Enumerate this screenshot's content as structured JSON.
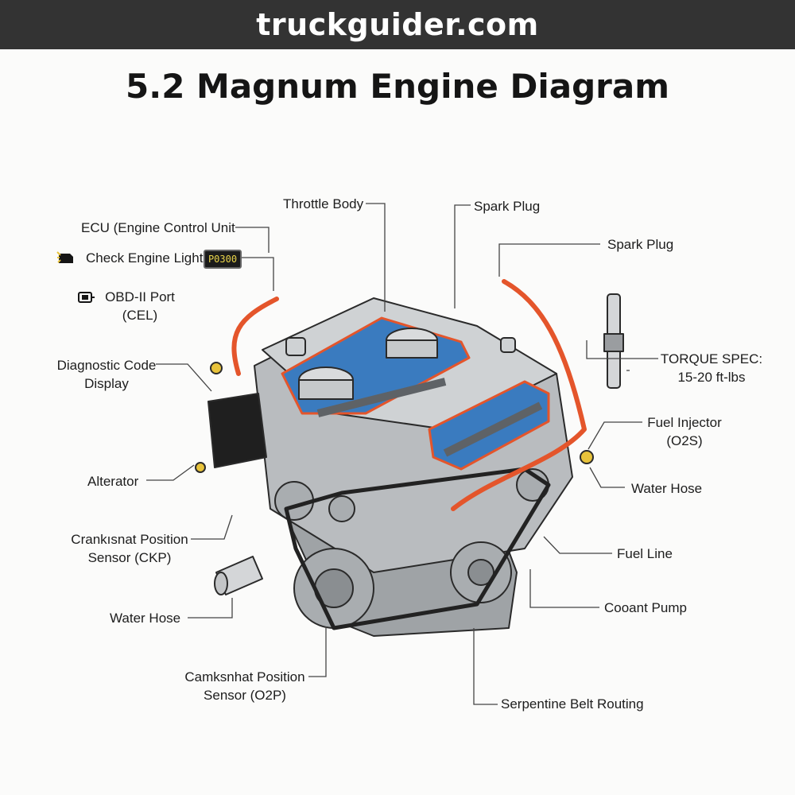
{
  "header": {
    "site_name": "truckguider.com"
  },
  "title": "5.2 Magnum Engine Diagram",
  "labels": {
    "throttle_body": "Throttle Body",
    "spark_plug_top": "Spark Plug",
    "spark_plug_right": "Spark Plug",
    "ecu": "ECU (Engine Control Unit",
    "check_engine_light": "Check Engine Light",
    "code_readout": "P0300",
    "obd_port_line1": "OBD-II Port",
    "obd_port_line2": "(CEL)",
    "diagnostic_line1": "Diagnostic Code",
    "diagnostic_line2": "Display",
    "torque_line1": "TORQUE SPEC:",
    "torque_line2": "15-20 ft-lbs",
    "fuel_injector_line1": "Fuel Injector",
    "fuel_injector_line2": "(O2S)",
    "alterator": "Alterator",
    "water_hose_right": "Water Hose",
    "crank_line1": "Crankısnat Position",
    "crank_line2": "Sensor (CKP)",
    "fuel_line": "Fuel Line",
    "water_hose_left": "Water Hose",
    "coolant_pump": "Cooant Pump",
    "cam_line1": "Camksnhat Position",
    "cam_line2": "Sensor (O2P)",
    "serpentine": "Serpentine Belt Routing"
  },
  "icons": {
    "check_engine": "check-engine-icon",
    "obd": "engine-outline-icon"
  },
  "colors": {
    "header_bg": "#333333",
    "hose": "#e4552b",
    "coolant_blue": "#3a7bbf",
    "code_text": "#e9d44a",
    "engine_gray": "#b9bcbf"
  }
}
